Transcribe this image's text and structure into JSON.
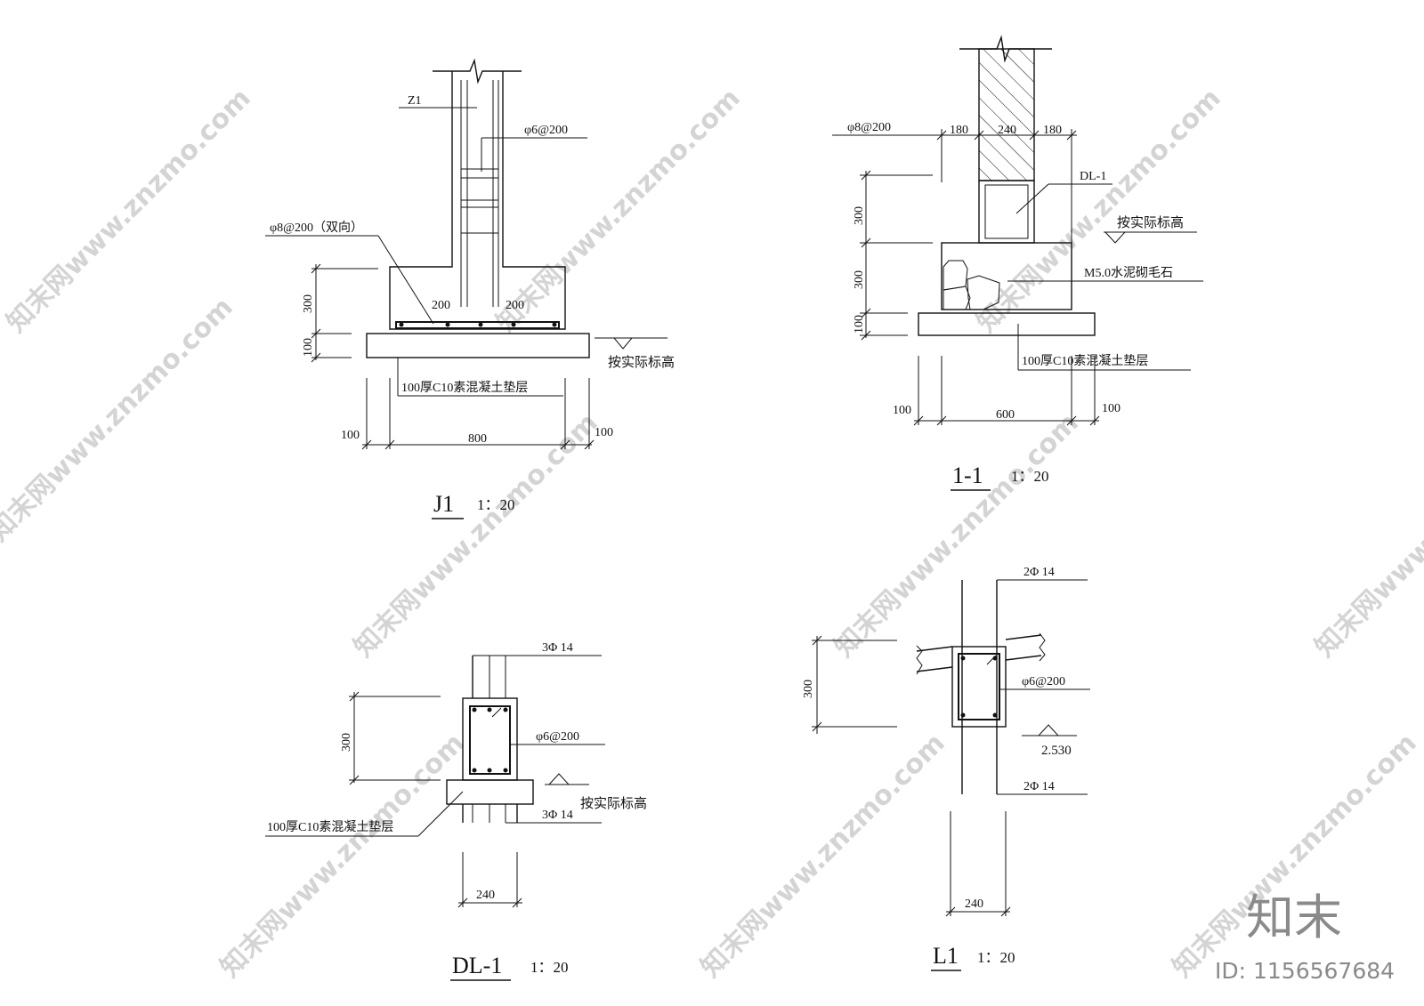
{
  "watermark": {
    "text": "知末网www.znzmo.com",
    "brand": "知末",
    "id": "ID: 1156567684"
  },
  "j1": {
    "title": "J1",
    "scale": "1：20",
    "col": "Z1",
    "stirrup": "φ6@200",
    "slab_bar": "φ8@200（双向）",
    "w200a": "200",
    "w200b": "200",
    "h300": "300",
    "h100": "100",
    "cushion": "100厚C10素混凝土垫层",
    "elev": "按实际标高",
    "d100a": "100",
    "d800": "800",
    "d100b": "100"
  },
  "s11": {
    "title": "1-1",
    "scale": "1：20",
    "bar": "φ8@200",
    "d180a": "180",
    "d240": "240",
    "d180b": "180",
    "beam": "DL-1",
    "elev": "按实际标高",
    "stone": "M5.0水泥砌毛石",
    "h300a": "300",
    "h300b": "300",
    "h100": "100",
    "cushion": "100厚C10素混凝土垫层",
    "d100a": "100",
    "d600": "600",
    "d100b": "100"
  },
  "dl1": {
    "title": "DL-1",
    "scale": "1：20",
    "top": "3Φ  14",
    "stirrup": "φ6@200",
    "bottom": "3Φ  14",
    "elev": "按实际标高",
    "cushion": "100厚C10素混凝土垫层",
    "h300": "300",
    "w240": "240"
  },
  "l1": {
    "title": "L1",
    "scale": "1：20",
    "top": "2Φ  14",
    "stirrup": "φ6@200",
    "elev": "2.530",
    "bottom": "2Φ  14",
    "h300": "300",
    "w240": "240"
  }
}
